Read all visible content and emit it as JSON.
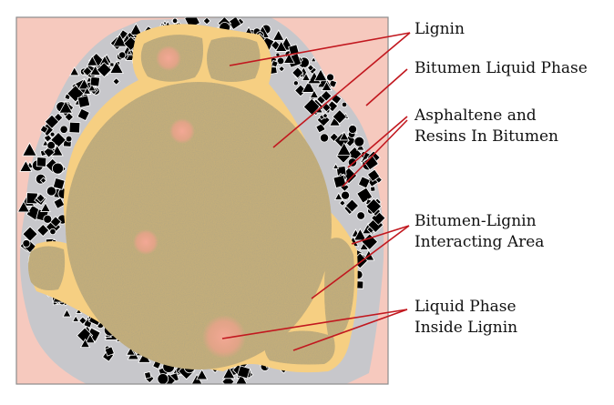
{
  "labels": {
    "lignin": "Lignin",
    "bitumen_liquid_phase": "Bitumen Liquid Phase",
    "asphaltene_line1": "Asphaltene and",
    "asphaltene_line2": "Resins In Bitumen",
    "interacting_line1": "Bitumen-Lignin",
    "interacting_line2": "Interacting Area",
    "liquid_inside_line1": "Liquid Phase",
    "liquid_inside_line2": "Inside Lignin"
  },
  "colors": {
    "background_phase": "#f6c9be",
    "particle": "#000000",
    "halo": "#c7c7cb",
    "interface_band": "#f6cf82",
    "lignin_fill": "#c4ae7a",
    "liquid_spot": "#f2a494",
    "leader_line": "#c2181f",
    "frame": "#8d8d8d"
  }
}
